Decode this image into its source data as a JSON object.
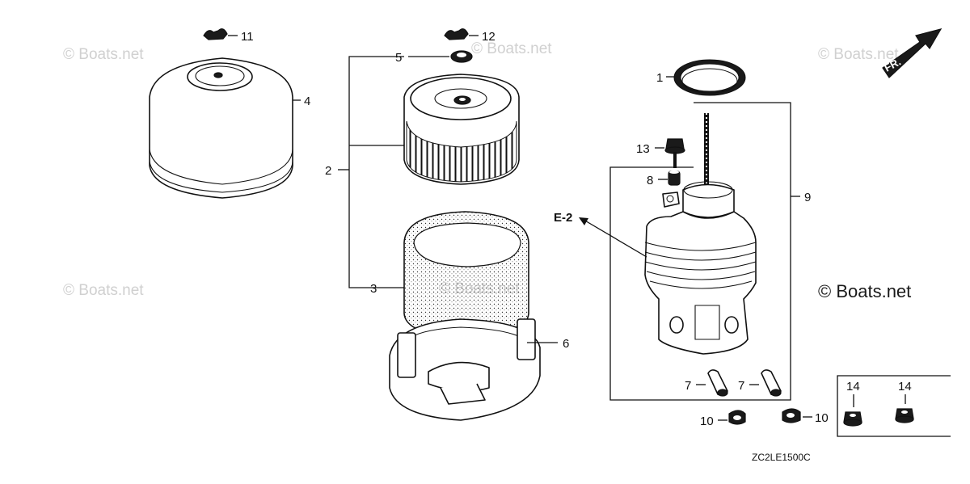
{
  "diagram_code": "ZC2LE1500C",
  "watermark": "© Boats.net",
  "watermark_main": "© Boats.net",
  "arrow_fr": "FR.",
  "ref_e2": "E-2",
  "callouts": {
    "c1": "1",
    "c2": "2",
    "c3": "3",
    "c4": "4",
    "c5": "5",
    "c6": "6",
    "c7a": "7",
    "c7b": "7",
    "c8": "8",
    "c9": "9",
    "c10a": "10",
    "c10b": "10",
    "c11": "11",
    "c12": "12",
    "c13": "13",
    "c14a": "14",
    "c14b": "14"
  }
}
